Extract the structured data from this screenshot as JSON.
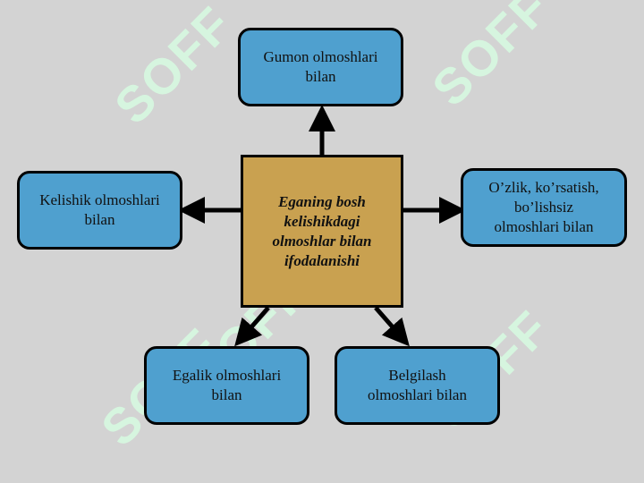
{
  "watermark": "SOFF",
  "center": {
    "text": "Eganing bosh\nkelishikdagi\nolmoshlar bilan\nifodalanishi"
  },
  "nodes": {
    "top": "Gumon olmoshlari\nbilan",
    "left": "Kelishik olmoshlari\nbilan",
    "right": "O’zlik, ko’rsatish,\nbo’lishsiz\nolmoshlari  bilan",
    "bottom_left": "Egalik olmoshlari\nbilan",
    "bottom_right": "Belgilash\nolmoshlari bilan"
  },
  "colors": {
    "background": "#d3d3d3",
    "node_fill": "#4fa0cf",
    "center_fill": "#c9a150",
    "watermark": "#d6f5df"
  }
}
